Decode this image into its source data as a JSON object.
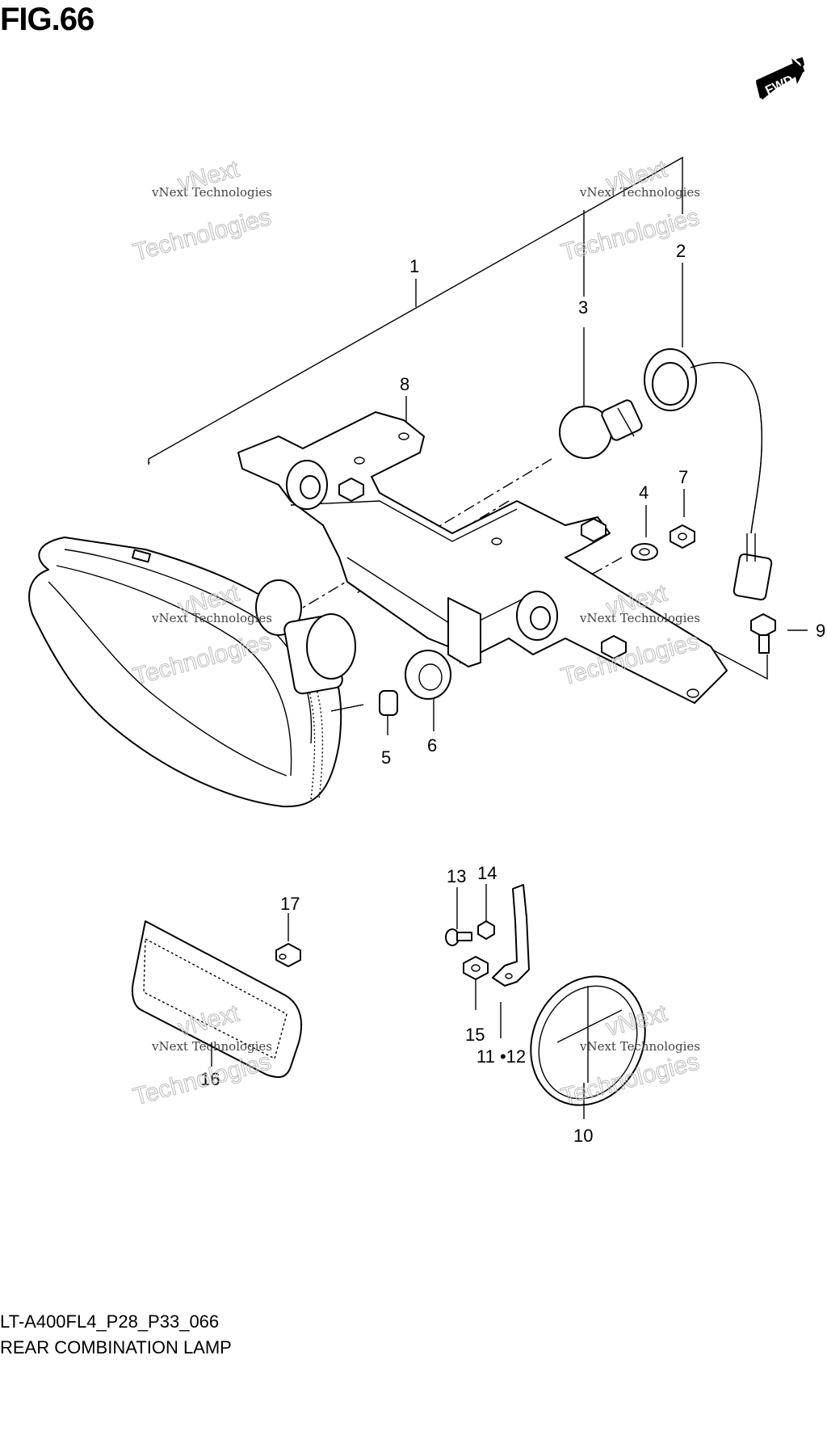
{
  "figure": {
    "title": "FIG.66"
  },
  "fwd_label": "FWD",
  "watermark": {
    "small": "vNext Technologies",
    "big": "Technologies",
    "top": "vNext"
  },
  "callouts": [
    "1",
    "2",
    "3",
    "4",
    "5",
    "6",
    "7",
    "8",
    "9",
    "10",
    "11 •12",
    "13",
    "14",
    "15",
    "16",
    "17"
  ],
  "footer": {
    "code": "LT-A400FL4_P28_P33_066",
    "name": "REAR COMBINATION LAMP"
  }
}
